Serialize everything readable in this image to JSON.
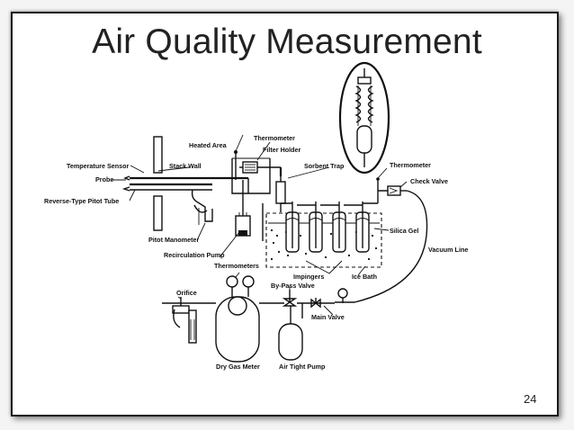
{
  "slide": {
    "title": "Air Quality Measurement",
    "page_number": "24"
  },
  "diagram": {
    "labels": {
      "thermometer_top": "Thermometer",
      "heated_area": "Heated Area",
      "filter_holder": "Filter Holder",
      "temperature_sensor": "Temperature Sensor",
      "stack_wall": "Stack Wall",
      "sorbent_trap": "Sorbent Trap",
      "thermometer_right": "Thermometer",
      "probe": "Probe",
      "check_valve": "Check Valve",
      "reverse_type_pitot_tube": "Reverse-Type Pitot Tube",
      "silica_gel": "Silica Gel",
      "pitot_manometer": "Pitot Manometer",
      "vacuum_line": "Vacuum Line",
      "recirculation_pump": "Recirculation Pump",
      "thermometers": "Thermometers",
      "impingers": "Impingers",
      "ice_bath": "Ice Bath",
      "by_pass_valve": "By-Pass Valve",
      "orifice": "Orifice",
      "main_valve": "Main Valve",
      "dry_gas_meter": "Dry Gas Meter",
      "air_tight_pump": "Air Tight Pump"
    }
  }
}
